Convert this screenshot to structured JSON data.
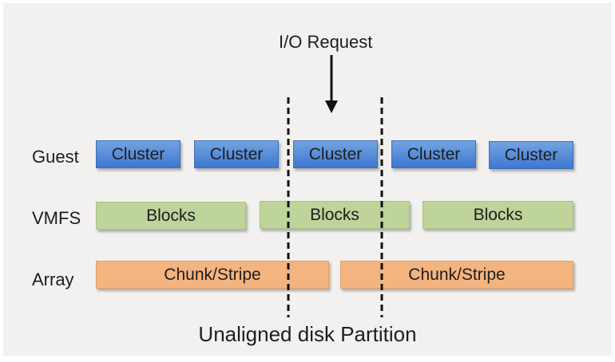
{
  "request_label": "I/O Request",
  "rows": {
    "guest": {
      "label": "Guest",
      "items": [
        "Cluster",
        "Cluster",
        "Cluster",
        "Cluster",
        "Cluster"
      ]
    },
    "vmfs": {
      "label": "VMFS",
      "items": [
        "Blocks",
        "Blocks",
        "Blocks"
      ]
    },
    "array": {
      "label": "Array",
      "items": [
        "Chunk/Stripe",
        "Chunk/Stripe"
      ]
    }
  },
  "caption": "Unaligned disk Partition",
  "colors": {
    "cluster": "#3e78cf",
    "blocks": "#bed49b",
    "chunk": "#f3b47f",
    "background": "#f3f1ef"
  }
}
